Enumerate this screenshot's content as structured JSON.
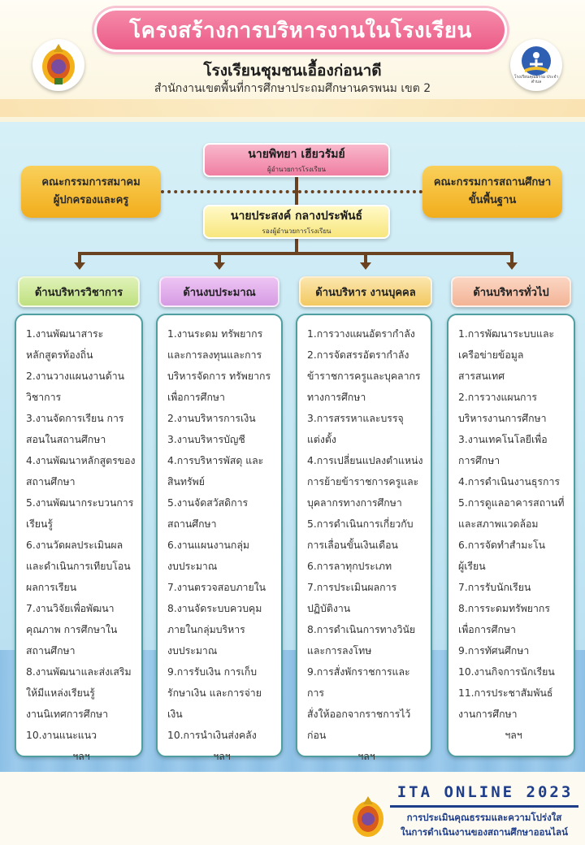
{
  "header": {
    "title": "โครงสร้างการบริหารงานในโรงเรียน",
    "school_name": "โรงเรียนชุมชนเอื้องก่อนาดี",
    "office": "สำนักงานเขตพื้นที่การศึกษาประถมศึกษานครพนม เขต 2",
    "right_logo_caption": "โรงเรียนคุณธรรม ประจำตำบล"
  },
  "leaders": {
    "director_name": "นายพิทยา เฮียวรัมย์",
    "director_role": "ผู้อำนวยการโรงเรียน",
    "deputy_name": "นายประสงค์ กลางประพันธ์",
    "deputy_role": "รองผู้อำนวยการโรงเรียน"
  },
  "committees": {
    "left": [
      "คณะกรรมการสมาคม",
      "ผู้ปกครองและครู"
    ],
    "right": [
      "คณะกรรมการสถานศึกษา",
      "ขั้นพื้นฐาน"
    ]
  },
  "departments": [
    {
      "title": "ด้านบริหารวิชาการ",
      "lines": [
        "1.งานพัฒนาสาระ",
        "หลักสูตรท้องถิ่น",
        "2.งานวางแผนงานด้าน",
        "วิชาการ",
        "3.งานจัดการเรียน การ",
        "สอนในสถานศึกษา",
        "4.งานพัฒนาหลักสูตรของ",
        "สถานศึกษา",
        "5.งานพัฒนากระบวนการ",
        "เรียนรู้",
        "6.งานวัดผลประเมินผล",
        "และดำเนินการเทียบโอน",
        "ผลการเรียน",
        "7.งานวิจัยเพื่อพัฒนา",
        "คุณภาพ การศึกษาใน",
        "สถานศึกษา",
        "8.งานพัฒนาและส่งเสริม",
        "ให้มีแหล่งเรียนรู้",
        "งานนิเทศการศึกษา",
        "10.งานแนะแนว"
      ],
      "etc": "ฯลฯ"
    },
    {
      "title": "ด้านงบประมาณ",
      "lines": [
        "1.งานระดม ทรัพยากร",
        "และการลงทุนและการ",
        "บริหารจัดการ ทรัพยากร",
        "เพื่อการศึกษา",
        "2.งานบริหารการเงิน",
        "3.งานบริหารบัญชี",
        "4.การบริหารพัสดุ และ",
        "สินทรัพย์",
        "5.งานจัดสวัสดิการ",
        "สถานศึกษา",
        "6.งานแผนงานกลุ่ม",
        "งบประมาณ",
        "7.งานตรวจสอบภายใน",
        "8.งานจัดระบบควบคุม",
        "ภายในกลุ่มบริหาร",
        "งบประมาณ",
        "9.การรับเงิน การเก็บ",
        "รักษาเงิน และการจ่ายเงิน",
        "10.การนำเงินส่งคลัง"
      ],
      "etc": "ฯลฯ"
    },
    {
      "title": "ด้านบริหาร งานบุคคล",
      "lines": [
        "1.การวางแผนอัตรากำลัง",
        "2.การจัดสรรอัตรากำลัง",
        "ข้าราชการครูและบุคลากร",
        "ทางการศึกษา",
        "3.การสรรหาและบรรจุ",
        "แต่งตั้ง",
        "4.การเปลี่ยนแปลงตำแหน่ง",
        "การย้ายข้าราชการครูและ",
        "บุคลากรทางการศึกษา",
        "5.การดำเนินการเกี่ยวกับ",
        "การเลื่อนขั้นเงินเดือน",
        "6.การลาทุกประเภท",
        "7.การประเมินผลการ",
        "ปฏิบัติงาน",
        "8.การดำเนินการทางวินัย",
        "และการลงโทษ",
        "9.การสั่งพักราชการและการ",
        "สั่งให้ออกจากราชการไว้",
        "ก่อน"
      ],
      "etc": "ฯลฯ"
    },
    {
      "title": "ด้านบริหารทั่วไป",
      "lines": [
        "1.การพัฒนาระบบและ",
        "เครือข่ายข้อมูล",
        "สารสนเทศ",
        "2.การวางแผนการ",
        "บริหารงานการศึกษา",
        "3.งานเทคโนโลยีเพื่อ",
        "การศึกษา",
        "4.การดำเนินงานธุรการ",
        "5.การดูแลอาคารสถานที่",
        "และสภาพแวดล้อม",
        "6.การจัดทำสำมะโน",
        "ผู้เรียน",
        "7.การรับนักเรียน",
        "8.การระดมทรัพยากร",
        "เพื่อการศึกษา",
        "9.การทัศนศึกษา",
        "10.งานกิจการนักเรียน",
        "11.การประชาสัมพันธ์",
        "งานการศึกษา"
      ],
      "etc": "ฯลฯ"
    }
  ],
  "footer": {
    "ita": "ITA ONLINE 2023",
    "line1": "การประเมินคุณธรรมและความโปร่งใส",
    "line2": "ในการดำเนินงานของสถานศึกษาออนไลน์"
  },
  "colors": {
    "title_pink": "#ec5c88",
    "director_pink": "#f07ea2",
    "deputy_yellow": "#f8e67d",
    "committee_orange": "#f2ad1c",
    "connector_brown": "#6b4220",
    "panel_border": "#4f9ea0",
    "footer_blue": "#1f3e8a"
  }
}
